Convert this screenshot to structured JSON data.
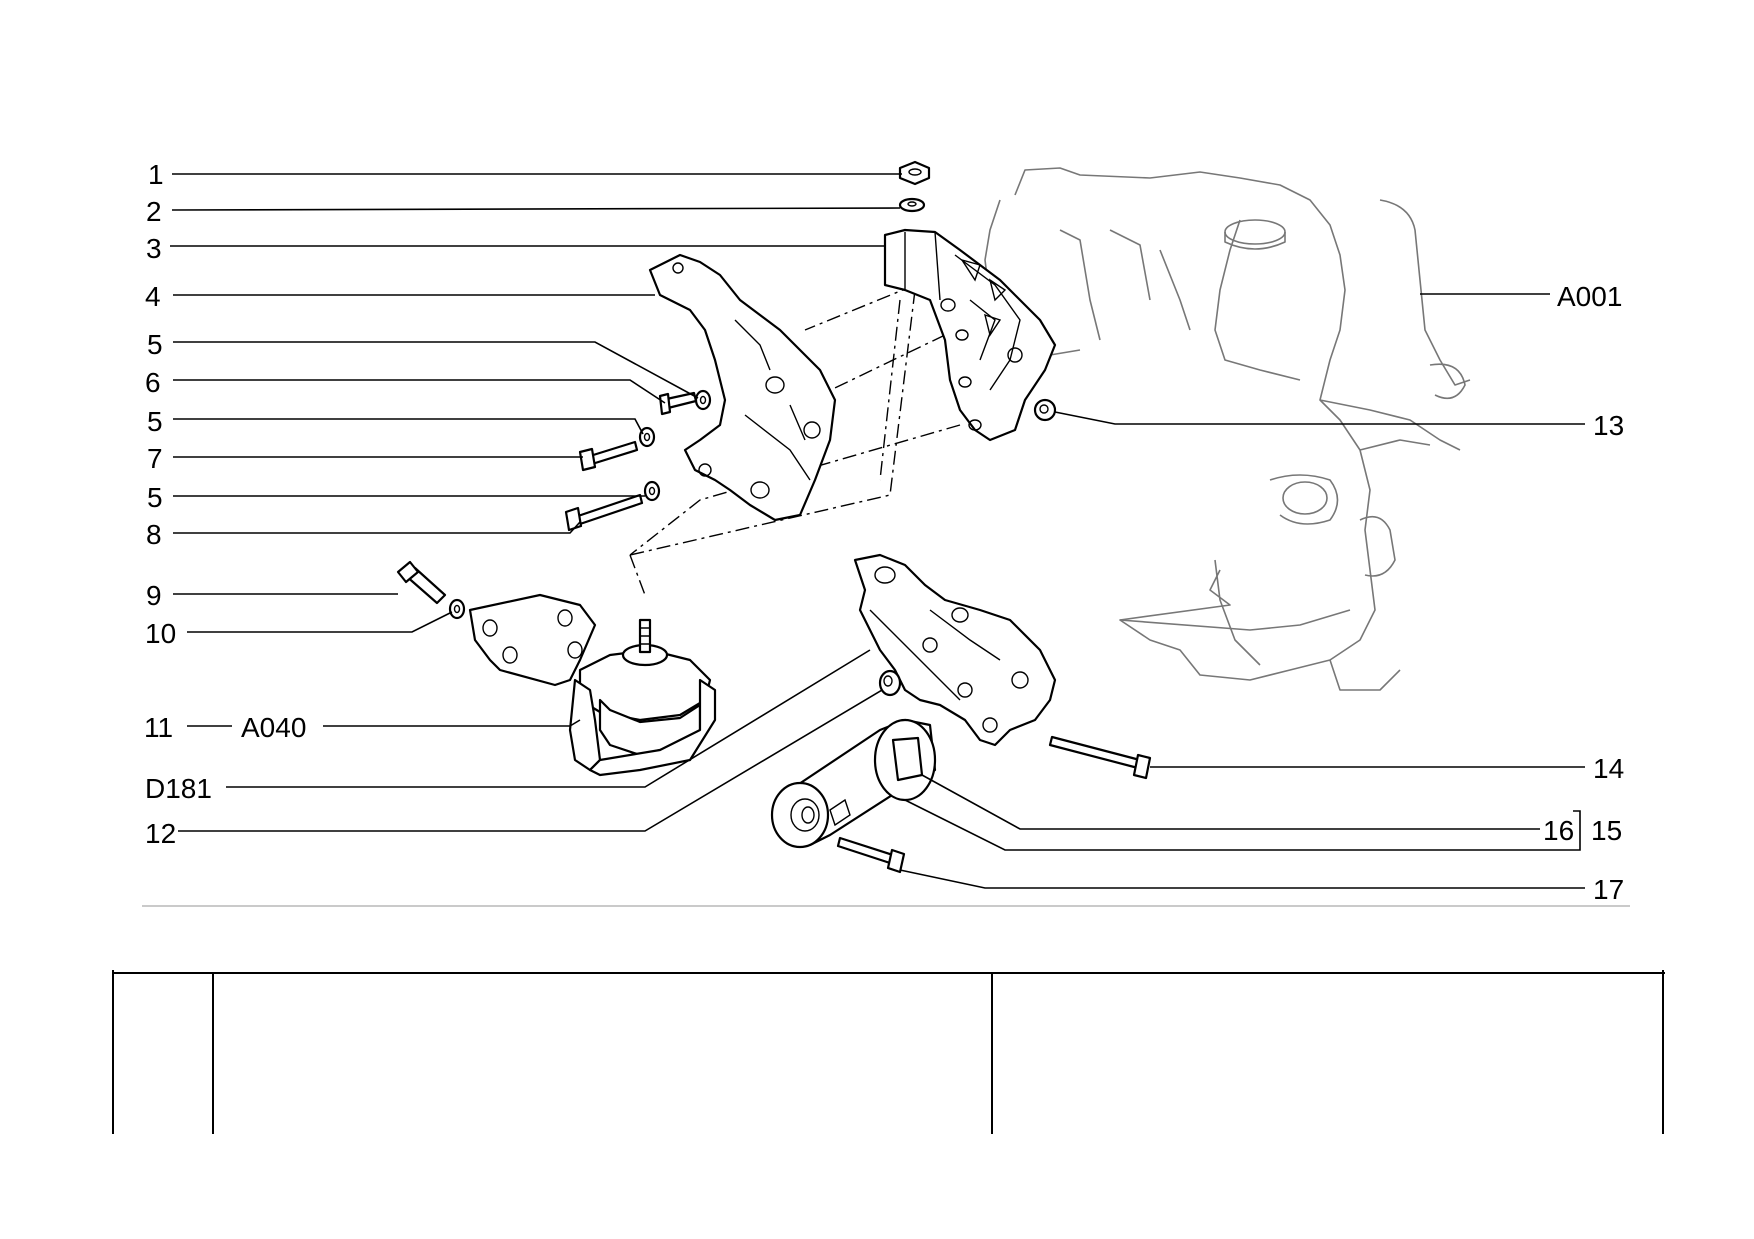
{
  "callouts": [
    {
      "id": "c1",
      "text": "1"
    },
    {
      "id": "c2",
      "text": "2"
    },
    {
      "id": "c3",
      "text": "3"
    },
    {
      "id": "c4",
      "text": "4"
    },
    {
      "id": "c5a",
      "text": "5"
    },
    {
      "id": "c6",
      "text": "6"
    },
    {
      "id": "c5b",
      "text": "5"
    },
    {
      "id": "c7",
      "text": "7"
    },
    {
      "id": "c5c",
      "text": "5"
    },
    {
      "id": "c8",
      "text": "8"
    },
    {
      "id": "c9",
      "text": "9"
    },
    {
      "id": "c10",
      "text": "10"
    },
    {
      "id": "c11",
      "text": "11"
    },
    {
      "id": "a040",
      "text": "A040"
    },
    {
      "id": "d181",
      "text": "D181"
    },
    {
      "id": "c12",
      "text": "12"
    },
    {
      "id": "a001",
      "text": "A001"
    },
    {
      "id": "c13",
      "text": "13"
    },
    {
      "id": "c14",
      "text": "14"
    },
    {
      "id": "c16",
      "text": "16"
    },
    {
      "id": "c15",
      "text": "15"
    },
    {
      "id": "c17",
      "text": "17"
    }
  ]
}
